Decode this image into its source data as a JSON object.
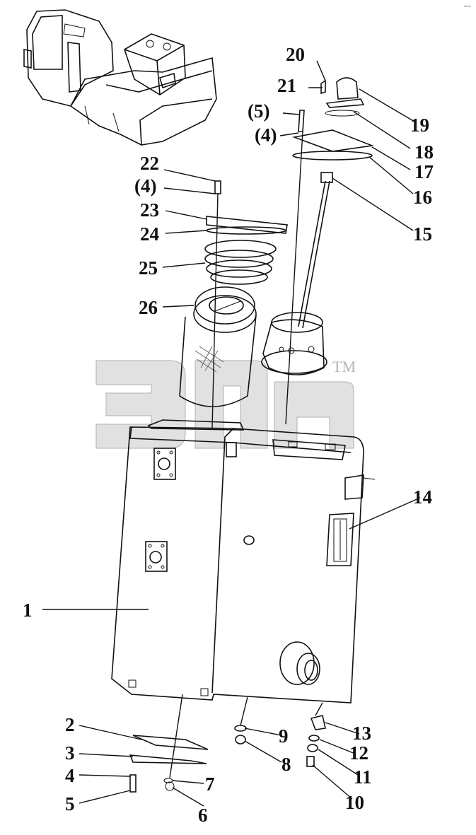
{
  "callouts": [
    "1",
    "2",
    "3",
    "4",
    "5",
    "6",
    "7",
    "8",
    "9",
    "10",
    "11",
    "12",
    "13",
    "14",
    "15",
    "16",
    "17",
    "18",
    "19",
    "20",
    "21",
    "22",
    "(4)",
    "23",
    "24",
    "25",
    "26",
    "(5)",
    "(4)"
  ],
  "watermark": {
    "trademark": "TM"
  },
  "corner_mark": "~~"
}
